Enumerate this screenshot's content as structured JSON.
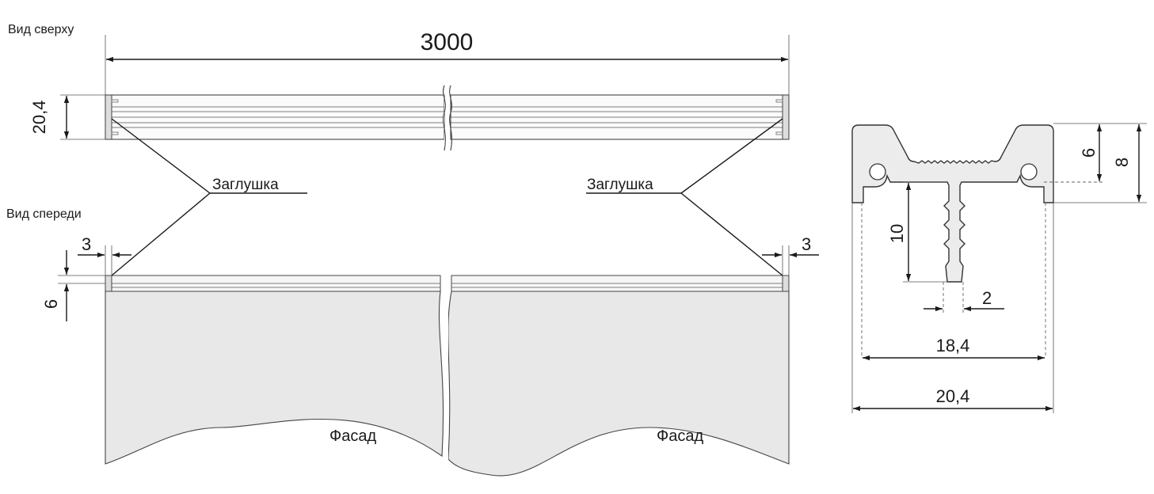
{
  "labels": {
    "top_view": "Вид сверху",
    "front_view": "Вид спереди",
    "cap_left": "Заглушка",
    "cap_right": "Заглушка",
    "facade_left": "Фасад",
    "facade_right": "Фасад"
  },
  "dimensions": {
    "length": "3000",
    "top_width": "20,4",
    "cap_offset_left": "3",
    "cap_offset_right": "3",
    "front_height": "6",
    "profile_groove_depth": "6",
    "profile_height": "8",
    "profile_tongue_depth": "10",
    "profile_tongue_width": "2",
    "profile_inner_width": "18,4",
    "profile_outer_width": "20,4"
  },
  "colors": {
    "line": "#1a1a1a",
    "facade": "#e8e8e8",
    "profile_fill": "#ececec"
  }
}
